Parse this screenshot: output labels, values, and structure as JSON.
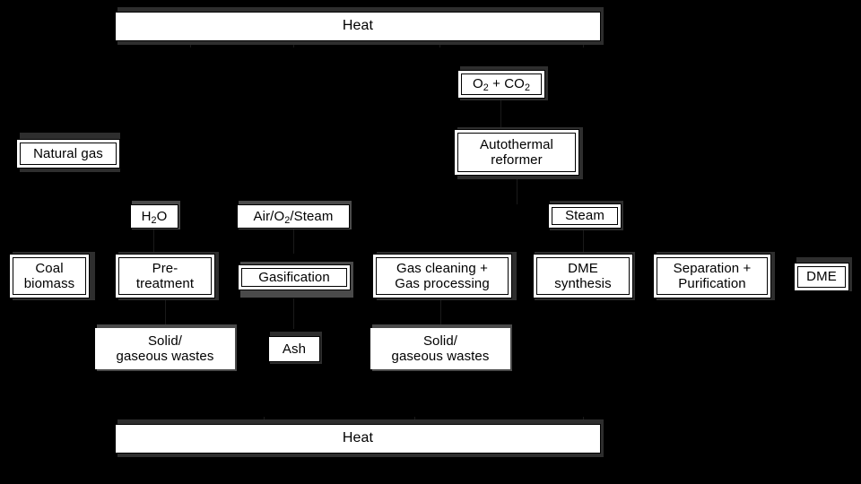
{
  "diagram": {
    "title": "DME production process flow diagram",
    "background_color": "#000000",
    "box_fill_color": "#ffffff",
    "box_border_color": "#000000",
    "shadow_color": "#4a4a4a"
  },
  "utilities": {
    "heat_top": "Heat",
    "heat_bottom": "Heat"
  },
  "feeds": {
    "o2_co2": "O",
    "o2_co2_sub1": "2",
    "o2_co2_mid": " + CO",
    "o2_co2_sub2": "2",
    "natural_gas": "Natural gas",
    "h2o": "H",
    "h2o_sub": "2",
    "h2o_tail": "O",
    "air_o2_steam_a": "Air/O",
    "air_o2_steam_sub": "2",
    "air_o2_steam_b": "/Steam",
    "steam": "Steam"
  },
  "units": {
    "autothermal_reformer": "Autothermal\nreformer",
    "coal_biomass": "Coal\nbiomass",
    "pre_treatment": "Pre-\ntreatment",
    "gasification": "Gasification",
    "gas_cleaning": "Gas cleaning +\nGas processing",
    "dme_synthesis": "DME\nsynthesis",
    "separation_purification": "Separation +\nPurification",
    "dme_product": "DME"
  },
  "wastes": {
    "waste_left": "Solid/\ngaseous wastes",
    "ash": "Ash",
    "waste_right": "Solid/\ngaseous wastes"
  }
}
